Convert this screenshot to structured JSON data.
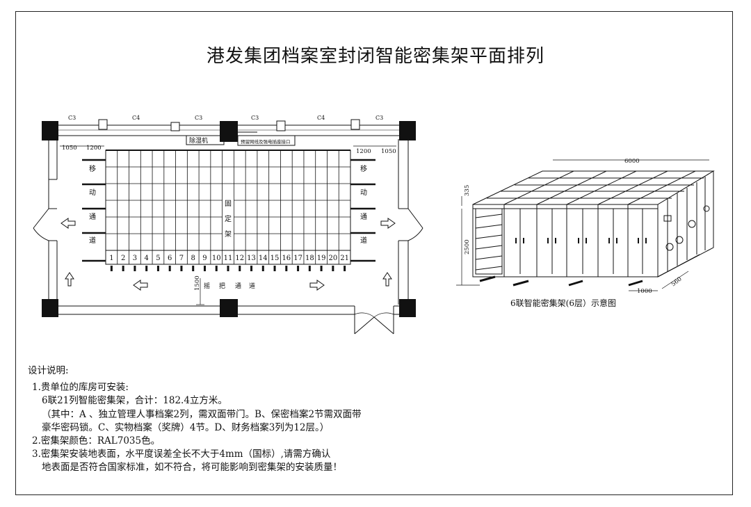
{
  "title": "港发集团档案室封闭智能密集架平面排列",
  "plan": {
    "window_labels": [
      "C3",
      "C4",
      "C3",
      "C3",
      "C4",
      "C3"
    ],
    "dehumidifier": "除湿机",
    "outlet_note": "预留网线及强电插座接口",
    "dim_left_1050": "1050",
    "dim_left_1200": "1200",
    "dim_right_1200": "1200",
    "dim_right_1050": "1050",
    "left_aisle_chars": [
      "移",
      "动",
      "通",
      "道"
    ],
    "right_aisle_chars": [
      "移",
      "动",
      "通",
      "道"
    ],
    "fixed_rack_chars": [
      "固",
      "定",
      "架"
    ],
    "column_numbers": [
      "1",
      "2",
      "3",
      "4",
      "5",
      "6",
      "7",
      "8",
      "9",
      "10",
      "11",
      "12",
      "13",
      "14",
      "15",
      "16",
      "17",
      "18",
      "19",
      "20",
      "21"
    ],
    "dim_1500": "1500",
    "handle_aisle_chars": [
      "摇",
      "把",
      "通",
      "道"
    ]
  },
  "iso": {
    "width_dim": "6000",
    "top_dim": "335",
    "height_dim": "2500",
    "depth_dim": "1000",
    "side_dim": "560",
    "caption": "6联智能密集架(6层）示意图"
  },
  "notes": {
    "heading": "设计说明:",
    "line1": "1.贵单位的库房可安装:",
    "line2": "6联21列智能密集架，合计：182.4立方米。",
    "line3": "（其中：A 、独立管理人事档案2列，需双面带门。B、保密档案2节需双面带",
    "line4": "豪华密码锁。C、实物档案（奖牌）4节。D、财务档案3列为12层。）",
    "line5": "2.密集架颜色：RAL7035色。",
    "line6": "3.密集架安装地表面，水平度误差全长不大于4mm（国标）,请需方确认",
    "line7": "地表面是否符合国家标准，如不符合，将可能影响到密集架的安装质量！"
  }
}
